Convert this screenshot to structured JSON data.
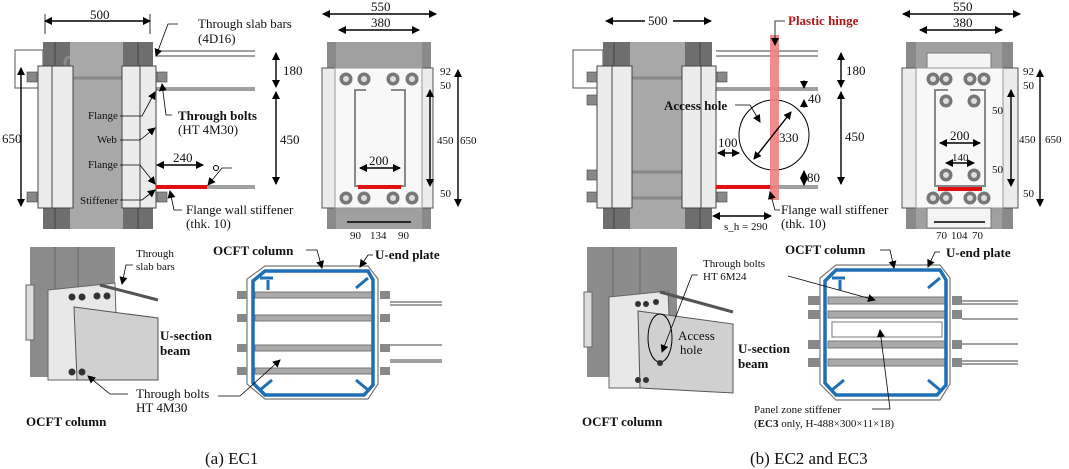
{
  "panel_a": {
    "caption": "(a) EC1",
    "elevation": {
      "dim_width": "500",
      "dim_height": "650",
      "dim_top": "180",
      "dim_depth": "450",
      "dim_stiffener_len": "240",
      "label_slab_bars": "Through slab bars",
      "label_slab_bars_spec": "(4D16)",
      "label_bolts": "Through bolts",
      "label_bolts_spec": "(HT 4M30)",
      "weld_flange_top": "Flange",
      "weld_web": "Web",
      "weld_flange_bottom": "Flange",
      "weld_stiffener": "Stiffener",
      "label_stiffener": "Flange wall stiffener",
      "label_stiffener_thk": "(thk. 10)"
    },
    "end_view": {
      "dim_width": "550",
      "dim_plate": "380",
      "dim_92": "92",
      "dim_50_top": "50",
      "dim_450": "450",
      "dim_650": "650",
      "dim_50_bottom": "50",
      "dim_200": "200",
      "dim_gauge": [
        "90",
        "134",
        "90"
      ]
    },
    "iso": {
      "label_slab_bars": "Through slab bars",
      "label_beam": "U-section beam",
      "label_bolts": "Through bolts",
      "label_bolts_spec": "HT 4M30",
      "label_column": "OCFT column"
    },
    "section": {
      "label_column": "OCFT column",
      "label_plate": "U-end plate"
    }
  },
  "panel_b": {
    "caption": "(b) EC2 and EC3",
    "elevation": {
      "dim_width": "500",
      "label_hinge": "Plastic hinge",
      "dim_top": "180",
      "dim_40": "40",
      "label_access": "Access hole",
      "dim_330": "330",
      "dim_100": "100",
      "dim_450": "450",
      "dim_80": "80",
      "label_stiffener": "Flange wall stiffener",
      "label_stiffener_thk": "(thk. 10)",
      "dim_sh": "s_h = 290"
    },
    "end_view": {
      "dim_width": "550",
      "dim_plate": "380",
      "dim_92": "92",
      "dim_50_top": "50",
      "dim_50_inner_top": "50",
      "dim_200": "200",
      "dim_140": "140",
      "dim_50_inner_bottom": "50",
      "dim_450": "450",
      "dim_650": "650",
      "dim_50_bottom": "50",
      "dim_gauge": [
        "70",
        "104",
        "70"
      ]
    },
    "iso": {
      "label_bolts": "Through bolts",
      "label_bolts_spec": "HT 6M24",
      "label_access": "Access hole",
      "label_beam": "U-section beam",
      "label_column": "OCFT column"
    },
    "section": {
      "label_column": "OCFT column",
      "label_plate": "U-end plate",
      "label_stiffener": "Panel zone stiffener",
      "label_stiffener_spec_bold": "EC3",
      "label_stiffener_spec": " only, H-488×300×11×18)"
    }
  },
  "colors": {
    "stiffener": "#e01010",
    "hinge": "#f08080",
    "column_section": "#1e6fb5",
    "steel_dark": "#6e6e6e",
    "steel_mid": "#a8a8a8",
    "plate": "#ececec"
  }
}
